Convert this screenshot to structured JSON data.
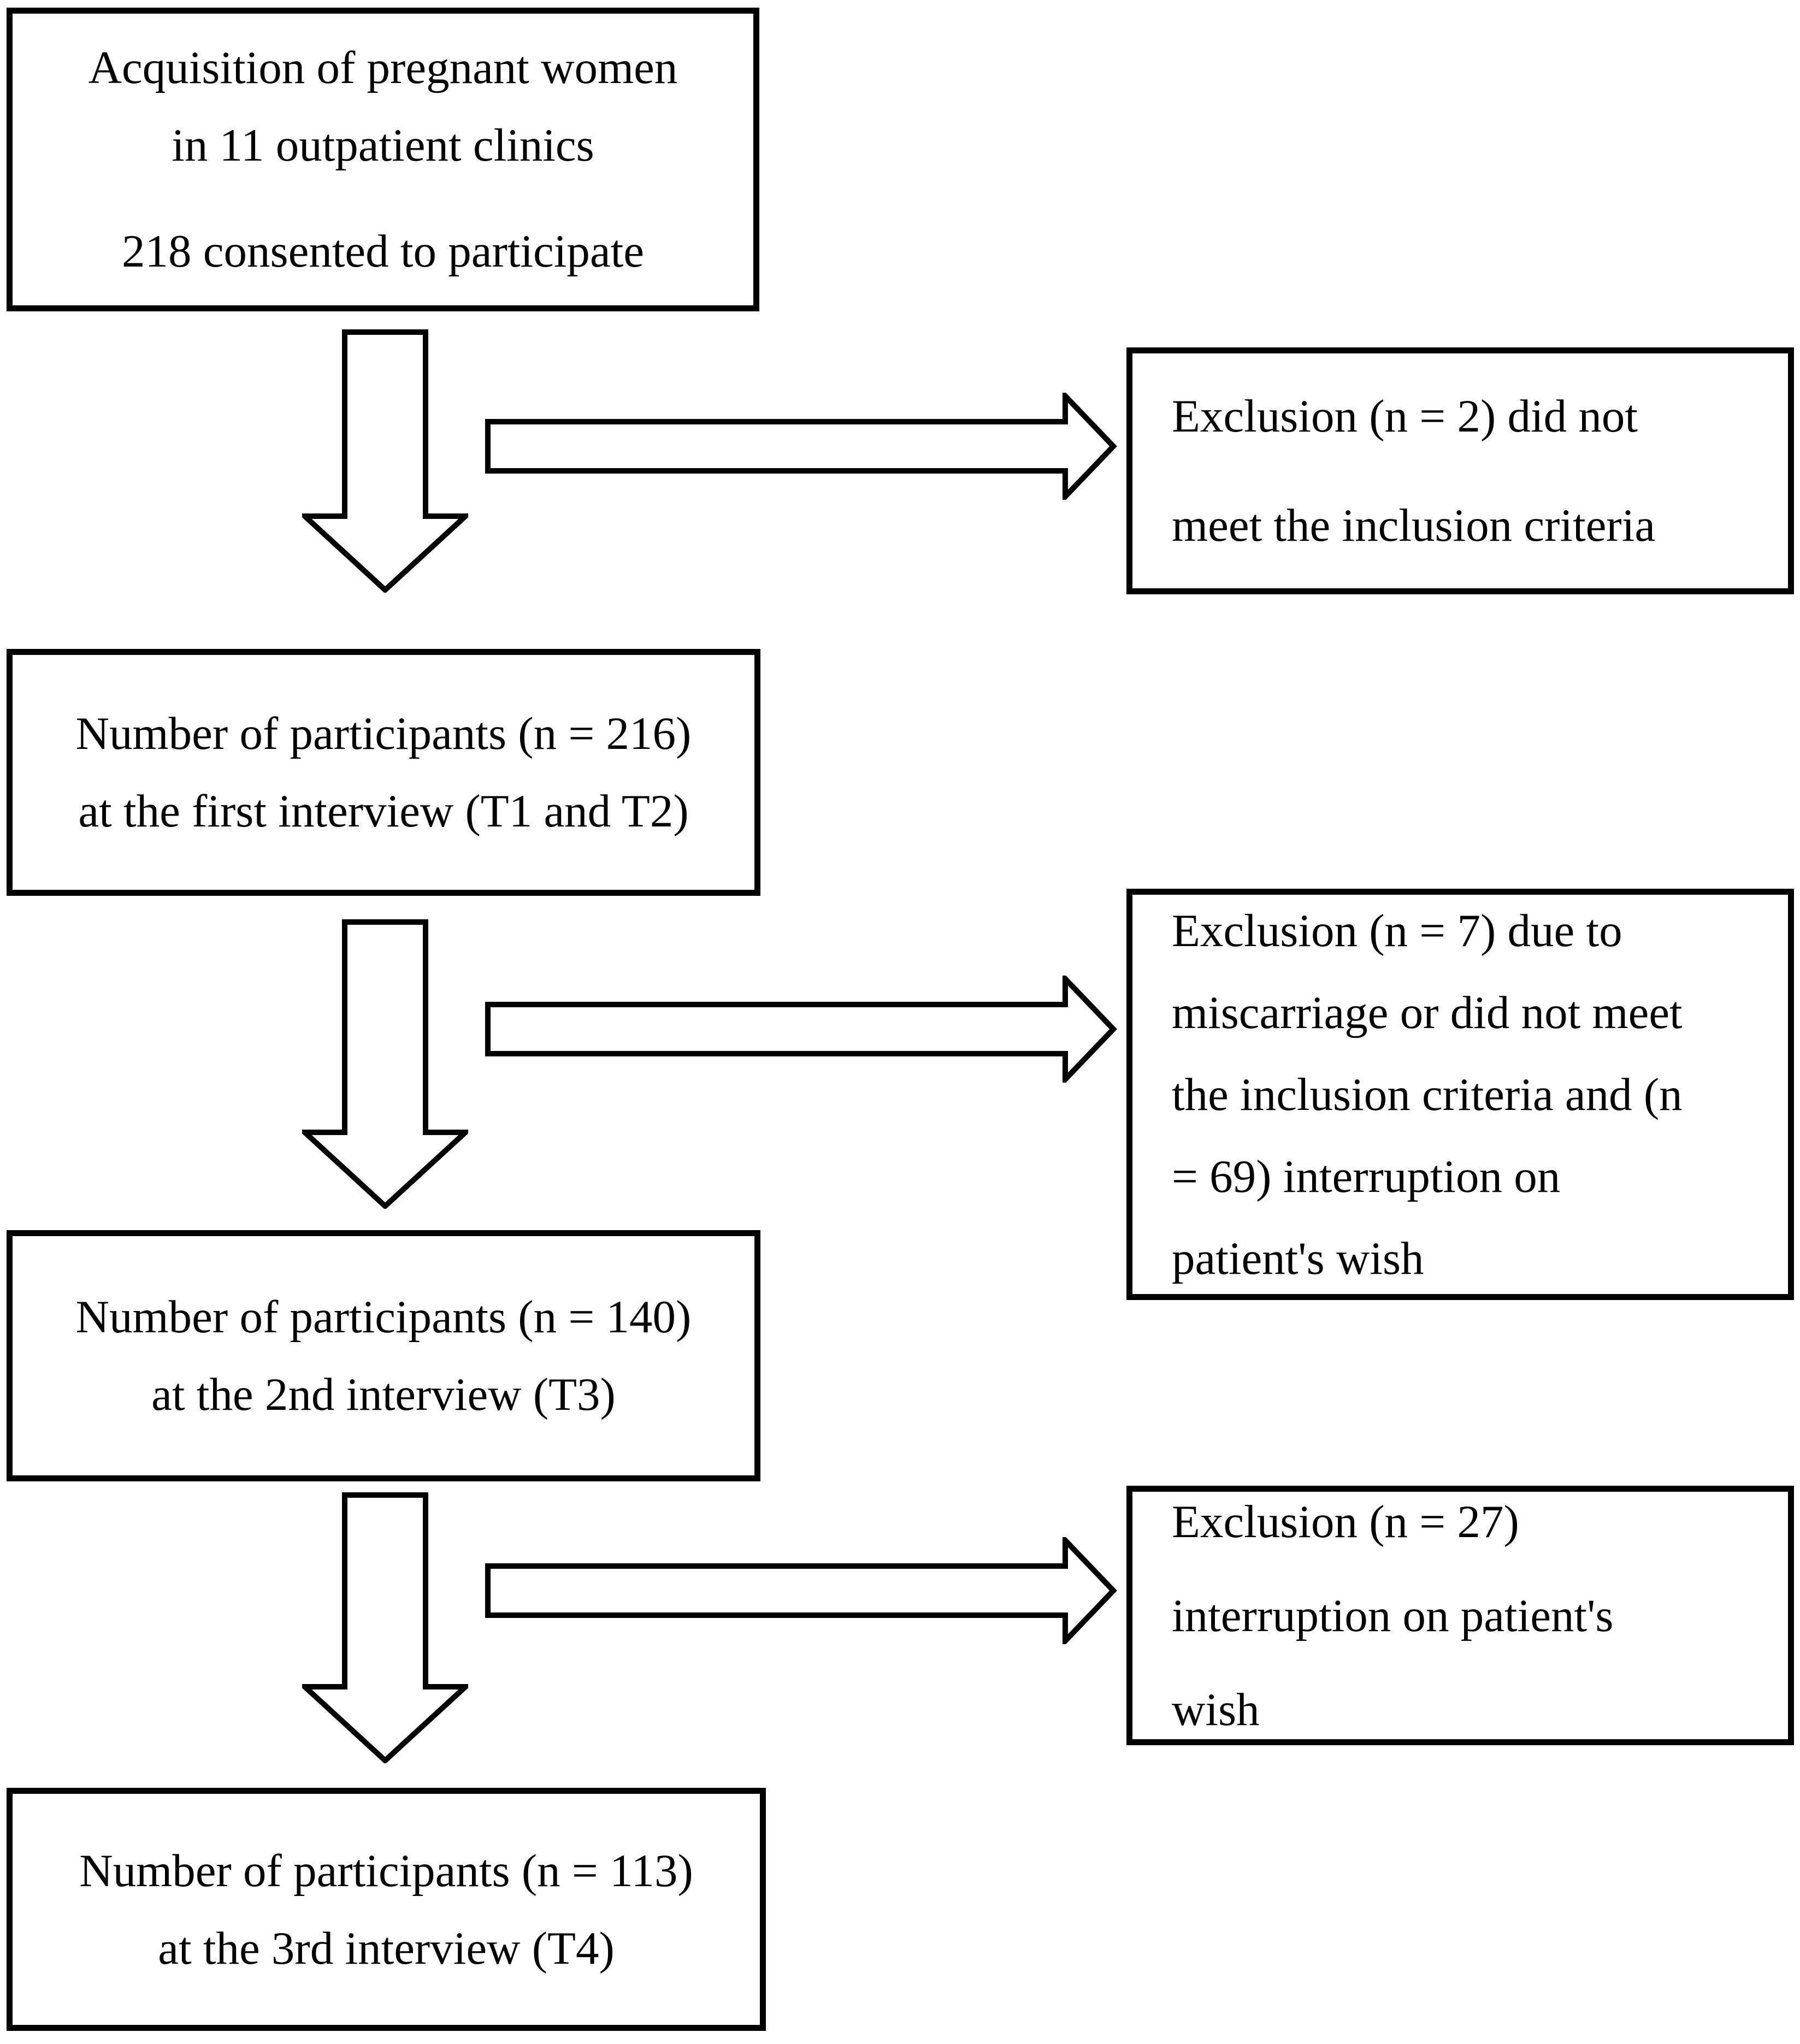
{
  "diagram": {
    "background_color": "#ffffff",
    "line_color": "#000000",
    "nodes": {
      "acquisition": {
        "lines": [
          "Acquisition of pregnant women",
          "in 11 outpatient clinics",
          "218 consented to participate"
        ]
      },
      "interview1": {
        "lines": [
          "Number of participants (n = 216)",
          "at the first interview (T1 and T2)"
        ]
      },
      "interview2": {
        "lines": [
          "Number of participants (n = 140)",
          "at the 2nd interview (T3)"
        ]
      },
      "interview3": {
        "lines": [
          "Number of participants (n = 113)",
          "at the 3rd interview (T4)"
        ]
      },
      "exclusion1": {
        "lines": [
          "Exclusion (n = 2) did not",
          "meet the inclusion criteria"
        ]
      },
      "exclusion2": {
        "lines": [
          "Exclusion (n = 7) due to",
          "miscarriage or did not meet",
          "the inclusion criteria and (n",
          "= 69) interruption on",
          "patient's wish"
        ]
      },
      "exclusion3": {
        "lines": [
          "Exclusion (n = 27)",
          "interruption on patient's",
          "wish"
        ]
      }
    }
  }
}
